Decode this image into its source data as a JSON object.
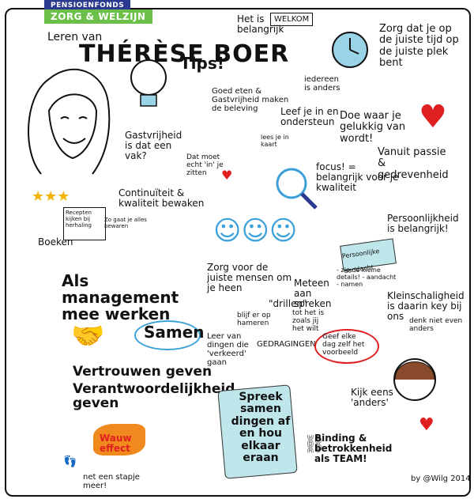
{
  "brand": {
    "line1": "PENSIOENFONDS",
    "line2": "ZORG & WELZIJN"
  },
  "header": {
    "leren_van": "Leren van",
    "name": "THÉRÈSE BOER",
    "tips": "Tips!"
  },
  "left": {
    "gastvrijheid_vak": "Gastvrijheid is dat een vak?",
    "dat_moet": "Dat moet echt 'in' je zitten",
    "continuiteit": "Continuïteit & kwaliteit bewaken",
    "boeken": "Boeken",
    "book1": "Recepten kijken bij herhaling",
    "book2": "Zo gaat je alles bewaren"
  },
  "top_middle": {
    "het_is_belangrijk": "Het is belangrijk",
    "welkom": "WELKOM",
    "goed_eten": "Goed eten & Gastvrijheid maken de beleving",
    "iedereen": "iedereen is anders",
    "leef_je_in": "Leef je in en ondersteun",
    "lees_je_in": "lees je in kaart"
  },
  "right_top": {
    "zorg_tijd": "Zorg dat je op de juiste tijd op de juiste plek bent",
    "doe_waar": "Doe waar je gelukkig van wordt!",
    "vanuit_passie": "Vanuit passie & gedrevenheid"
  },
  "middle": {
    "focus": "focus! = belangrijk voor je kwaliteit",
    "zorg_mensen": "Zorg voor de juiste mensen om je heen",
    "persoonlijkheid": "Persoonlijkheid is belangrijk!",
    "persoonlijk_aandacht": "Persoonlijke aandacht",
    "zie_details": "- zie de kleine details! - aandacht - namen",
    "kleinschaligheid": "Kleinschaligheid is daarin key bij ons"
  },
  "management": {
    "als_management": "Als management mee werken",
    "samen": "Samen",
    "vertrouwen": "Vertrouwen geven",
    "verantwoordelijkheid": "Verantwoordelijkheid geven"
  },
  "gedragingen": {
    "meteen_spreken": "Meteen aan spreken",
    "drillen": "\"drillen\"",
    "blijf_herhalen": "blijf er op hameren",
    "tot_het": "tot het is zoals jij het wilt",
    "gedragingen": "GEDRAGINGEN",
    "leer_dingen": "Leer van dingen die 'verkeerd' gaan",
    "geef_voorbeeld": "Geef elke dag zelf het voorbeeld"
  },
  "bottom": {
    "wauw": "Wauw effect",
    "stapje": "net een stapje meer!",
    "spreek": "Spreek samen dingen af en hou elkaar eraan",
    "binding": "Binding & betrokkenheid als TEAM!",
    "kijk_anders": "Kijk eens 'anders'",
    "denk_anders": "denk niet even anders",
    "signature": "by @Wilg 2014"
  },
  "colors": {
    "blue": "#2b3990",
    "green": "#6cc04a",
    "red": "#e02020",
    "cyan": "#3aa0d9",
    "note": "#bfe6ea"
  }
}
